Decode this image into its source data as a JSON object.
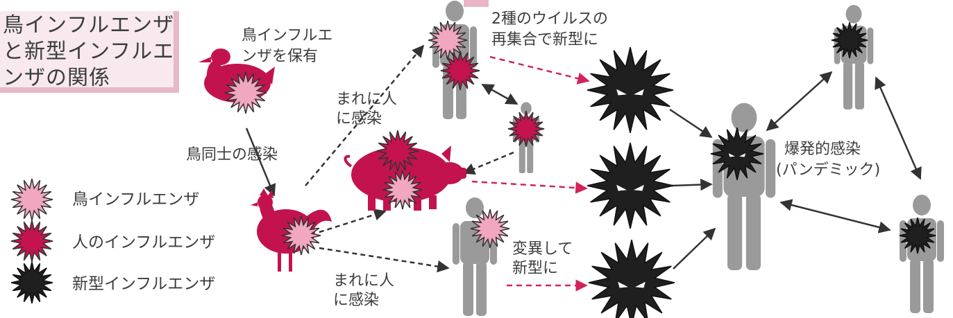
{
  "title": {
    "lines": [
      "鳥インフルエンザ",
      "と新型インフルエ",
      "ンザの関係"
    ]
  },
  "labels": {
    "duck_lines": [
      "鳥インフルエ",
      "ンザを保有"
    ],
    "bird_to_bird": "鳥同士の感染",
    "rare_human_upper_lines": [
      "まれに人",
      "に感染"
    ],
    "rare_human_lower_lines": [
      "まれに人",
      "に感染"
    ],
    "reassortment_lines": [
      "2種のウイルスの",
      "再集合で新型に"
    ],
    "mutation_lines": [
      "変異して",
      "新型に"
    ],
    "pandemic_lines": [
      "爆発的感染",
      "(パンデミック)"
    ]
  },
  "legend": [
    {
      "label": "鳥インフルエンザ",
      "color": "#f2a7c1"
    },
    {
      "label": "人のインフルエンザ",
      "color": "#c4134f"
    },
    {
      "label": "新型インフルエンザ",
      "color": "#1f1f1f"
    }
  ],
  "colors": {
    "animal": "#c2134f",
    "human": "#9a9a9a",
    "pink_arrow": "#d2245a",
    "dark_arrow": "#333333",
    "title_bg": "#f7e9ee",
    "title_shadow": "#e6b9c7"
  }
}
